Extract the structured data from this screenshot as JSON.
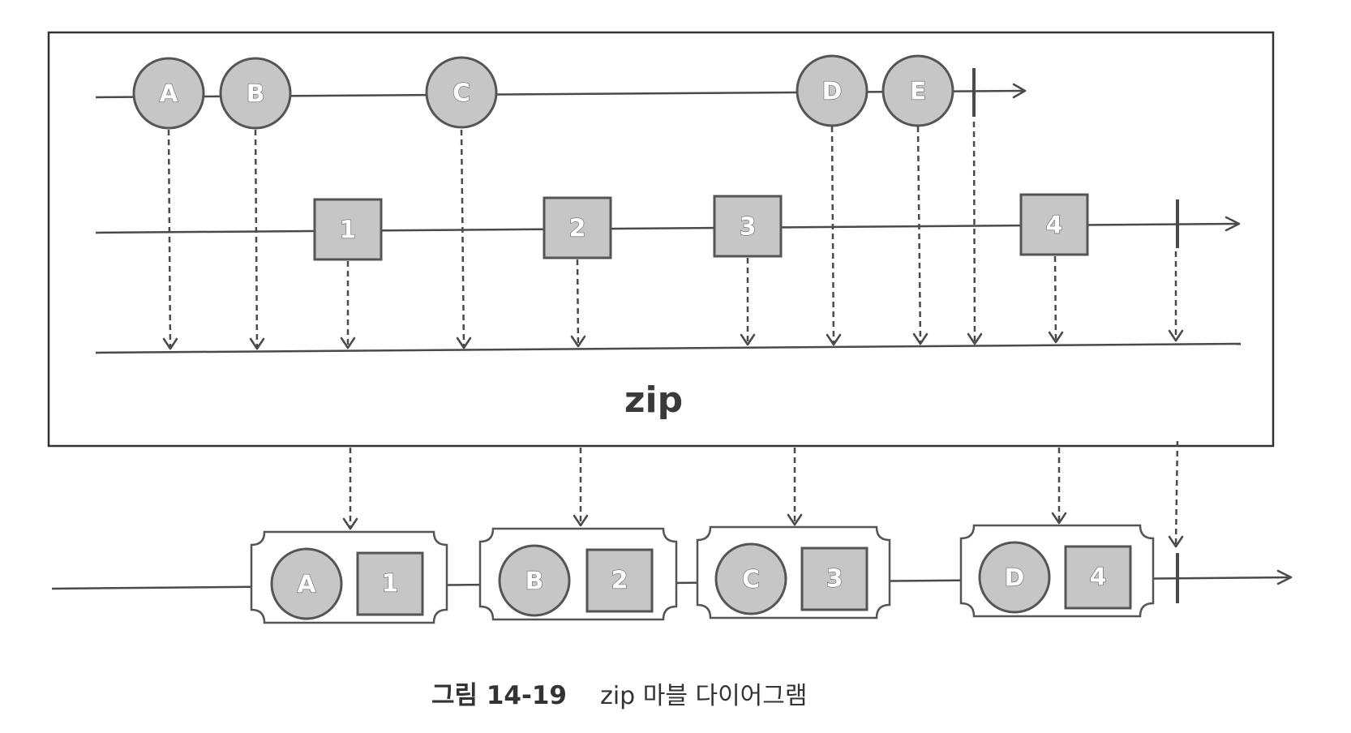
{
  "operator": "zip",
  "caption": {
    "number": "그림 14-19",
    "text": "zip 마블 다이어그램"
  },
  "source_letters": [
    "A",
    "B",
    "C",
    "D",
    "E"
  ],
  "source_numbers": [
    "1",
    "2",
    "3",
    "4"
  ],
  "result_pairs": [
    {
      "letter": "A",
      "number": "1"
    },
    {
      "letter": "B",
      "number": "2"
    },
    {
      "letter": "C",
      "number": "3"
    },
    {
      "letter": "D",
      "number": "4"
    }
  ],
  "colors": {
    "node_fill": "#c6c6c6",
    "node_stroke": "#555555",
    "line": "#4a4a4a"
  }
}
